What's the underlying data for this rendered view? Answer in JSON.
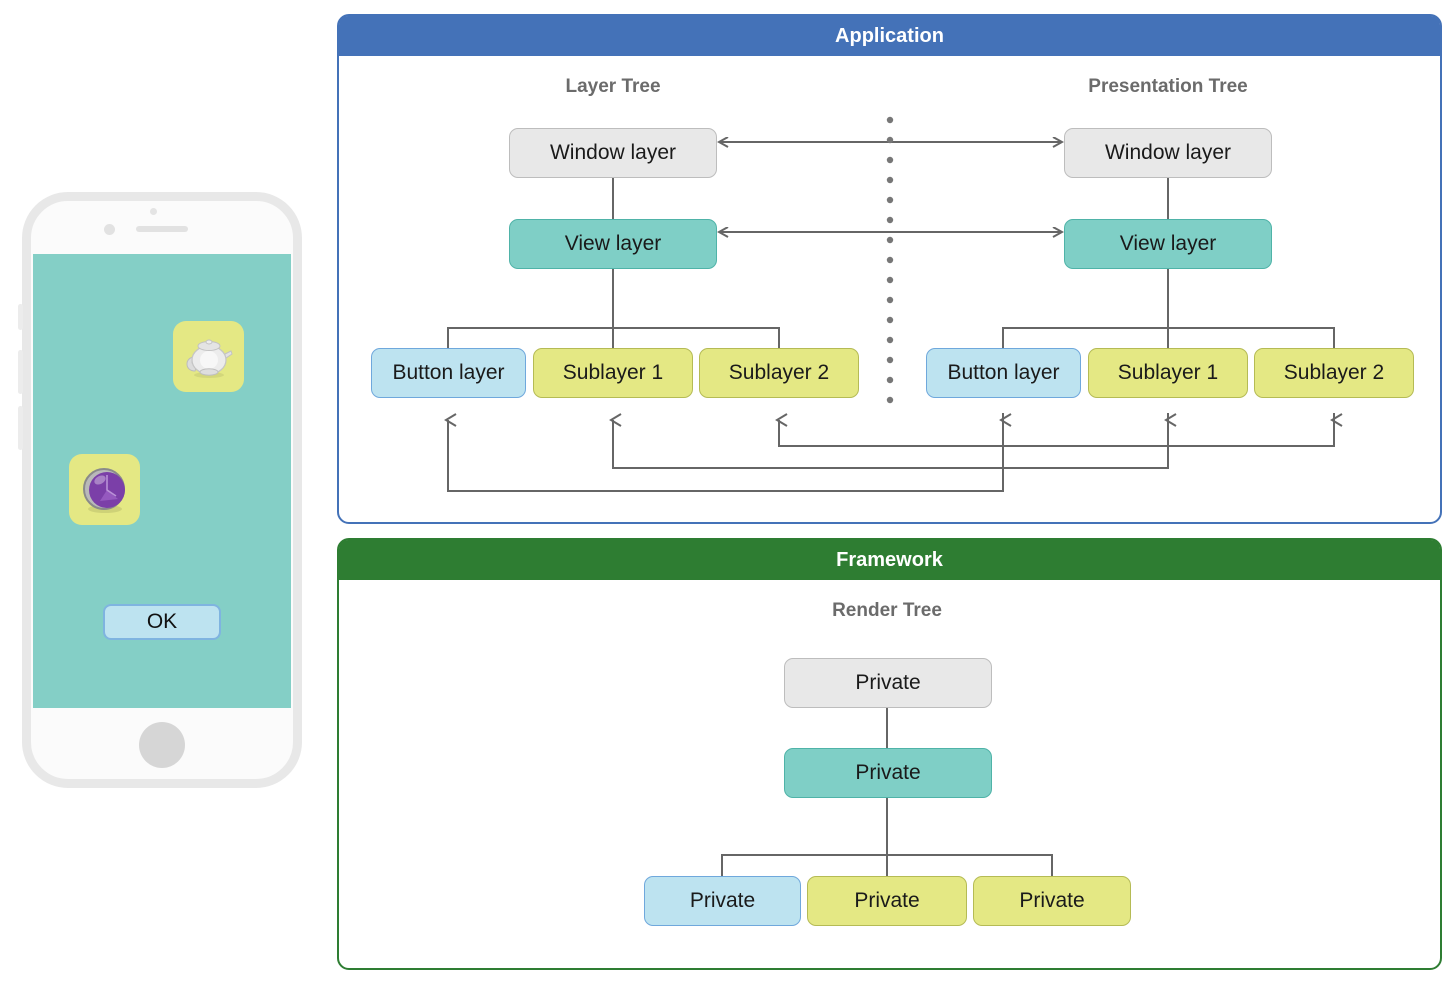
{
  "phone": {
    "screen_bg_color": "#84cfc6",
    "ok_button": {
      "label": "OK"
    },
    "icons": [
      {
        "name": "teapot-app-icon",
        "glyph": "🫖"
      },
      {
        "name": "gem-app-icon",
        "glyph": "🔮"
      }
    ]
  },
  "application": {
    "header": {
      "title": "Application",
      "color": "#4472b8"
    },
    "layer_tree": {
      "title": "Layer Tree",
      "nodes": [
        {
          "id": "window",
          "label": "Window layer",
          "style": "gray"
        },
        {
          "id": "view",
          "label": "View layer",
          "style": "teal"
        },
        {
          "id": "button",
          "label": "Button layer",
          "style": "blue"
        },
        {
          "id": "sub1",
          "label": "Sublayer 1",
          "style": "yellow"
        },
        {
          "id": "sub2",
          "label": "Sublayer 2",
          "style": "yellow"
        }
      ]
    },
    "presentation_tree": {
      "title": "Presentation Tree",
      "nodes": [
        {
          "id": "window",
          "label": "Window layer",
          "style": "gray"
        },
        {
          "id": "view",
          "label": "View layer",
          "style": "teal"
        },
        {
          "id": "button",
          "label": "Button layer",
          "style": "blue"
        },
        {
          "id": "sub1",
          "label": "Sublayer 1",
          "style": "yellow"
        },
        {
          "id": "sub2",
          "label": "Sublayer 2",
          "style": "yellow"
        }
      ]
    }
  },
  "framework": {
    "header": {
      "title": "Framework",
      "color": "#2e7d32"
    },
    "render_tree": {
      "title": "Render Tree",
      "nodes": [
        {
          "id": "root",
          "label": "Private",
          "style": "gray"
        },
        {
          "id": "mid",
          "label": "Private",
          "style": "teal"
        },
        {
          "id": "leaf1",
          "label": "Private",
          "style": "blue"
        },
        {
          "id": "leaf2",
          "label": "Private",
          "style": "yellow"
        },
        {
          "id": "leaf3",
          "label": "Private",
          "style": "yellow"
        }
      ]
    }
  },
  "colors": {
    "edge_stroke": "#666666",
    "gray_node": "#e8e8e8",
    "teal_node": "#7fcfc6",
    "blue_node": "#bde3f0",
    "yellow_node": "#e4e884",
    "label_text": "#6b6b6b"
  }
}
